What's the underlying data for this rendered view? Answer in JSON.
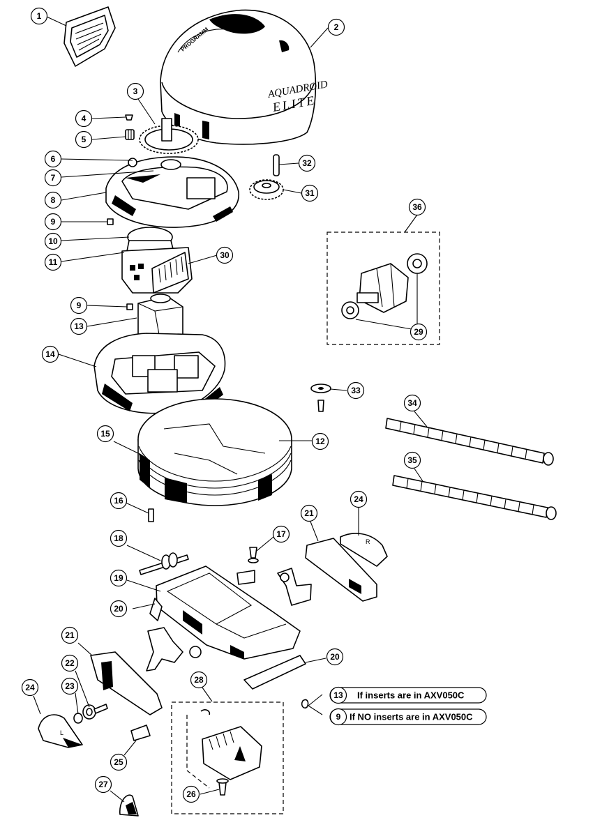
{
  "callouts": [
    "1",
    "2",
    "3",
    "4",
    "5",
    "6",
    "7",
    "8",
    "9",
    "10",
    "11",
    "30",
    "9",
    "13",
    "14",
    "12",
    "15",
    "16",
    "17",
    "18",
    "19",
    "20",
    "21",
    "24",
    "20",
    "21",
    "22",
    "23",
    "24",
    "25",
    "27",
    "28",
    "26",
    "31",
    "32",
    "33",
    "34",
    "35",
    "36",
    "29"
  ],
  "product_logo": {
    "line1": "AQUADROID",
    "line2": "ELITE",
    "dome_text": "PROGRAMM"
  },
  "wheel_marks": {
    "right": "R",
    "left": "L"
  },
  "notes": [
    {
      "num": "13",
      "text": "If inserts are in AXV050C"
    },
    {
      "num": "9",
      "text": "If NO inserts are in AXV050C"
    }
  ]
}
